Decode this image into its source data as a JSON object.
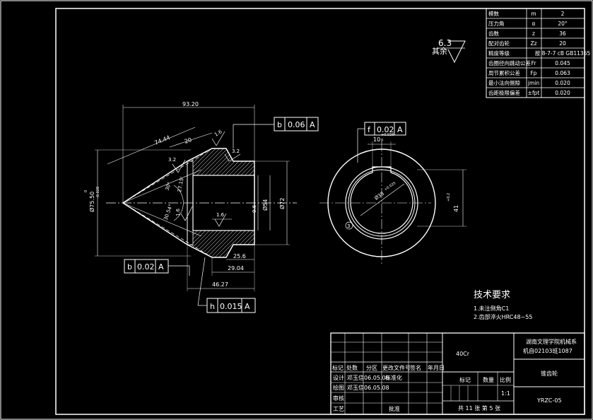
{
  "drawing": {
    "params_table": {
      "rows": [
        {
          "name": "模数",
          "symbol": "m",
          "value": "2"
        },
        {
          "name": "压力角",
          "symbol": "α",
          "value": "20°"
        },
        {
          "name": "齿数",
          "symbol": "z",
          "value": "36"
        },
        {
          "name": "配对齿轮",
          "symbol": "Zz",
          "value": "20"
        },
        {
          "name": "精度等级",
          "symbol": "",
          "value": "按 8-7-7 cB GB11365"
        },
        {
          "name": "齿圈径向跳动公差",
          "symbol": "Fr",
          "value": "0.045"
        },
        {
          "name": "周节累积公差",
          "symbol": "Fp",
          "value": "0.063"
        },
        {
          "name": "最小法向侧隙",
          "symbol": "jmin",
          "value": "0.020"
        },
        {
          "name": "齿距极限偏差",
          "symbol": "±fpt",
          "value": "0.020"
        }
      ]
    },
    "roughness_default": {
      "prefix": "其余",
      "value": "6.3"
    },
    "left_view": {
      "dims": {
        "d_total_len": "93.20",
        "d_cone": "74.44",
        "d_20": "20",
        "d_16a": "1.6",
        "d_32a": "3.2",
        "d_32b": "3.2",
        "d_27": "27.15'",
        "d_30": "30°",
        "d_3054": "30.54°",
        "d_16b": "1.6",
        "d_16c": "1.6",
        "d_diam_outer": "Ø75.50",
        "d_tol_up": "0",
        "d_tol_lo": "-0.028",
        "d_06": "0.6",
        "d_54": "Ø54",
        "d_72": "Ø72",
        "d_256": "25.6",
        "d_2904": "29.04",
        "d_4627": "46.27"
      },
      "gdt": [
        {
          "sym": "b",
          "val": "0.06",
          "ref": "A"
        },
        {
          "sym": "b",
          "val": "0.02",
          "ref": "A"
        },
        {
          "sym": "h",
          "val": "0.015",
          "ref": "A"
        }
      ]
    },
    "right_view": {
      "gdt": {
        "sym": "f",
        "val": "0.02",
        "ref": "A"
      },
      "dims": {
        "keyway": "10",
        "keyway_tol_up": "+0.036",
        "keyway_tol_lo": "0",
        "bore": "Ø38",
        "bore_tol": "+0.025",
        "depth": "41",
        "depth_tol": "+0.2",
        "balloon": "3"
      }
    },
    "notes": {
      "title": "技术要求",
      "items": [
        "1.未注倒角C1",
        "2.齿部淬火HRC48~55"
      ]
    },
    "title_block": {
      "material": "40Cr",
      "school_l1": "湖南文理学院机械系",
      "school_l2": "机自02103班1087",
      "part_name": "锥齿轮",
      "drawing_no": "YRZC-05",
      "rev_headers": [
        "标记",
        "处数",
        "分区",
        "更改文件号",
        "签名",
        "年月日"
      ],
      "sign_rows": [
        {
          "role": "设计",
          "name": "邓玉信",
          "date": "06.05.08",
          "role2": "标准化"
        },
        {
          "role": "绘图",
          "name": "邓玉信",
          "date": "06.05.08",
          "role2": ""
        },
        {
          "role": "审核",
          "name": "",
          "date": "",
          "role2": ""
        },
        {
          "role": "工艺",
          "name": "",
          "date": "",
          "role2": "批准"
        }
      ],
      "stage_headers": [
        "标记",
        "数量",
        "比例"
      ],
      "scale": "1:1",
      "sheets": "共 11 张   第 5 张"
    }
  }
}
